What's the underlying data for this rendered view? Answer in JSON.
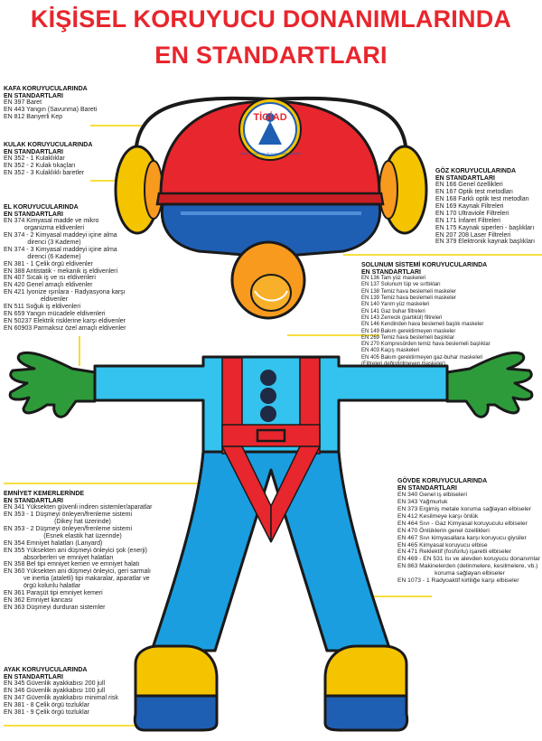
{
  "title": {
    "line1": "KİŞİSEL KORUYUCU DONANIMLARINDA",
    "line2": "EN STANDARTLARI"
  },
  "logo": {
    "text": "TİGİAD",
    "ring_text": "TÜRKİYE İŞ GÜVENLİĞİ İŞ ADAMLARI DERNEĞİ"
  },
  "colors": {
    "title_red": "#e8262d",
    "helmet_red": "#e8262d",
    "visor_blue": "#1e5fb4",
    "ear_yellow": "#f5c400",
    "face_orange": "#f79a1e",
    "glove_green": "#2e9b3a",
    "suit_cyan": "#33c3ee",
    "suit_blue": "#1b9ee0",
    "harness_red": "#e8262d",
    "button_dark": "#1f2a44",
    "boot_yellow": "#f5c400",
    "boot_blue": "#1e5fb4",
    "leader_yellow": "#f5d400"
  },
  "sections": {
    "kafa": {
      "header": [
        "KAFA KORUYUCULARINDA",
        "EN STANDARTLARI"
      ],
      "items": [
        "EN 397 Baret",
        "EN 443 Yangın (Savunma) Bareti",
        "EN 812 Banyerli Kep"
      ]
    },
    "kulak": {
      "header": [
        "KULAK KORUYUCULARINDA",
        "EN STANDARTLARI"
      ],
      "items": [
        "EN 352 - 1 Kulaklıklar",
        "EN 352 - 2 Kulak tıkaçları",
        "EN 352 - 3 Kulaklıklı baretler"
      ]
    },
    "el": {
      "header": [
        "EL KORUYUCULARINDA",
        "EN STANDARTLARI"
      ],
      "items": [
        "EN 374 Kimyasal madde ve mikro",
        "organizma eldivenleri",
        "EN 374 - 2 Kimyasal maddeyi içine alma",
        "direnci (3 Kademe)",
        "EN 374 - 3 Kimyasal maddeyi içine alma",
        "direnci (6 Kademe)",
        "EN 381 - 1 Çelik örgü eldivenler",
        "EN 388 Antistatik - mekanik iş eldivenleri",
        "EN 407 Sıcak iş ve ısı eldivenleri",
        "EN 420 Genel amaçlı eldivenler",
        "EN 421 İyonize ışınlara - Radyasyona karşı",
        "eldivenler",
        "EN 511 Soğuk iş eldivenleri",
        "EN 659 Yangın mücadele eldivenleri",
        "EN 50237 Elektrik risklerine karşı eldivenler",
        "EN 60903 Parmaksız özel amaçlı eldivenler"
      ]
    },
    "goz": {
      "header": [
        "GÖZ KORUYUCULARINDA",
        "EN STANDARTLARI"
      ],
      "items": [
        "EN 166 Genel özellikleri",
        "EN 167 Optik test metodları",
        "EN 168 Farklı optik test metodları",
        "EN 169 Kaynak Filtreleri",
        "EN 170 Ultraviole Filtreleri",
        "EN 171 İnfaret Filtreleri",
        "EN 175 Kaynak siperleri - başlıkları",
        "EN 207 208 Laser Filtreleri",
        "EN 379 Elektronik kaynak başlıkları"
      ]
    },
    "solunum": {
      "header": [
        "SOLUNUM SİSTEMİ  KORUYUCULARINDA",
        "EN STANDARTLARI"
      ],
      "items": [
        "EN 136 Tam yüz maskeleri",
        "EN 137 Solunum tüp ve sırtlıkları",
        "EN 138 Temiz hava beslemeli maskeler",
        "EN 139 Temiz hava beslemeli maskeler",
        "EN 140 Yarım yüz maskeleri",
        "EN 141 Gaz buhar filtreleri",
        "EN 143 Zerrecik (partikül) filtreleri",
        "EN 146 Kendinden hava beslemeli başlık maskeler",
        "EN 149 Bakım gerektirmeyen maskeler",
        "EN 269 Temiz hava beslemeli başlıklar",
        "EN 270 Kompresörden temiz hava beslemeli başlıklar",
        "EN 403 Kaçış maskeleri",
        "EN 405 Bakım gerektirmeyen gaz-buhar maskeleri",
        "(Filtreleri değiştirilmeyen maskeler)"
      ]
    },
    "emniyet": {
      "header": [
        "EMNİYET KEMERLERİNDE",
        "EN STANDARTLARI"
      ],
      "items": [
        "EN 341 Yüksekten güvenli indiren sistemler/aparatlar",
        "EN 353 - 1 Düşmeyi önleyen/frenleme sistemi",
        "(Dikey hat üzerinde)",
        "EN 353 - 2 Düşmeyi önleyen/frenleme sistemi",
        "(Esnek elastik hat üzerinde)",
        "EN 354 Emniyet halatları (Lanyard)",
        "EN 355 Yüksekten ani düşmeyi önleyici şok (enerji)",
        "absorberleri ve emniyet halatları",
        "EN 358 Bel tipi emniyet kemeri ve emniyet halatı",
        "EN 360 Yüksekten ani düşmeyi önleyici, geri sarmalı",
        "ve inertia (ataletli) tipi makaralar, aparatlar ve",
        "örgü kolunlu halatlar",
        "EN 361 Paraşüt tipi emniyet kemeri",
        "EN 362 Emniyet kancası",
        "EN 363 Düşmeyi durduran sistemler"
      ]
    },
    "govde": {
      "header": [
        "GÖVDE  KORUYUCULARINDA",
        "EN STANDARTLARI"
      ],
      "items": [
        "EN 340 Genel iş elbiseleri",
        "EN 343 Yağmurluk",
        "EN 373 Ergimiş metale koruma sağlayan elbiseler",
        "EN 412 Kesilmeye karşı önlük",
        "EN 464 Sıvı - Gaz Kimyasal koruyuculu elbiseler",
        "EN 470 Önlüklerin genel özellikleri",
        "EN 467 Sıvı kimyasallara karşı koruyucu giysiler",
        "EN 465 Kimyasal koruyucu elbise",
        "EN 471 Reklektif (fosforlu) işaretli elbiseler",
        "EN 469 - EN 531 Isı ve alevden koruyucu donanımlar",
        "EN 863 Makinelerden (delinmelere, kesilmelere, vb.)",
        "koruma sağlayan elbiseler",
        "EN 1073 - 1 Radyoaktif kirliliğe karşı elbiseler"
      ]
    },
    "ayak": {
      "header": [
        "AYAK KORUYUCULARINDA",
        "EN STANDARTLARI"
      ],
      "items": [
        "EN 345 Güvenlik ayakkabısı 200 jull",
        "EN 346 Güvenlik ayakkabısı 100 jull",
        "EN 347 Güvenlik ayakkabısı minimal risk",
        "EN 381 - 8 Çelik örgü tozluklar",
        "EN 381 - 9 Çelik örgü tozluklar"
      ]
    }
  }
}
